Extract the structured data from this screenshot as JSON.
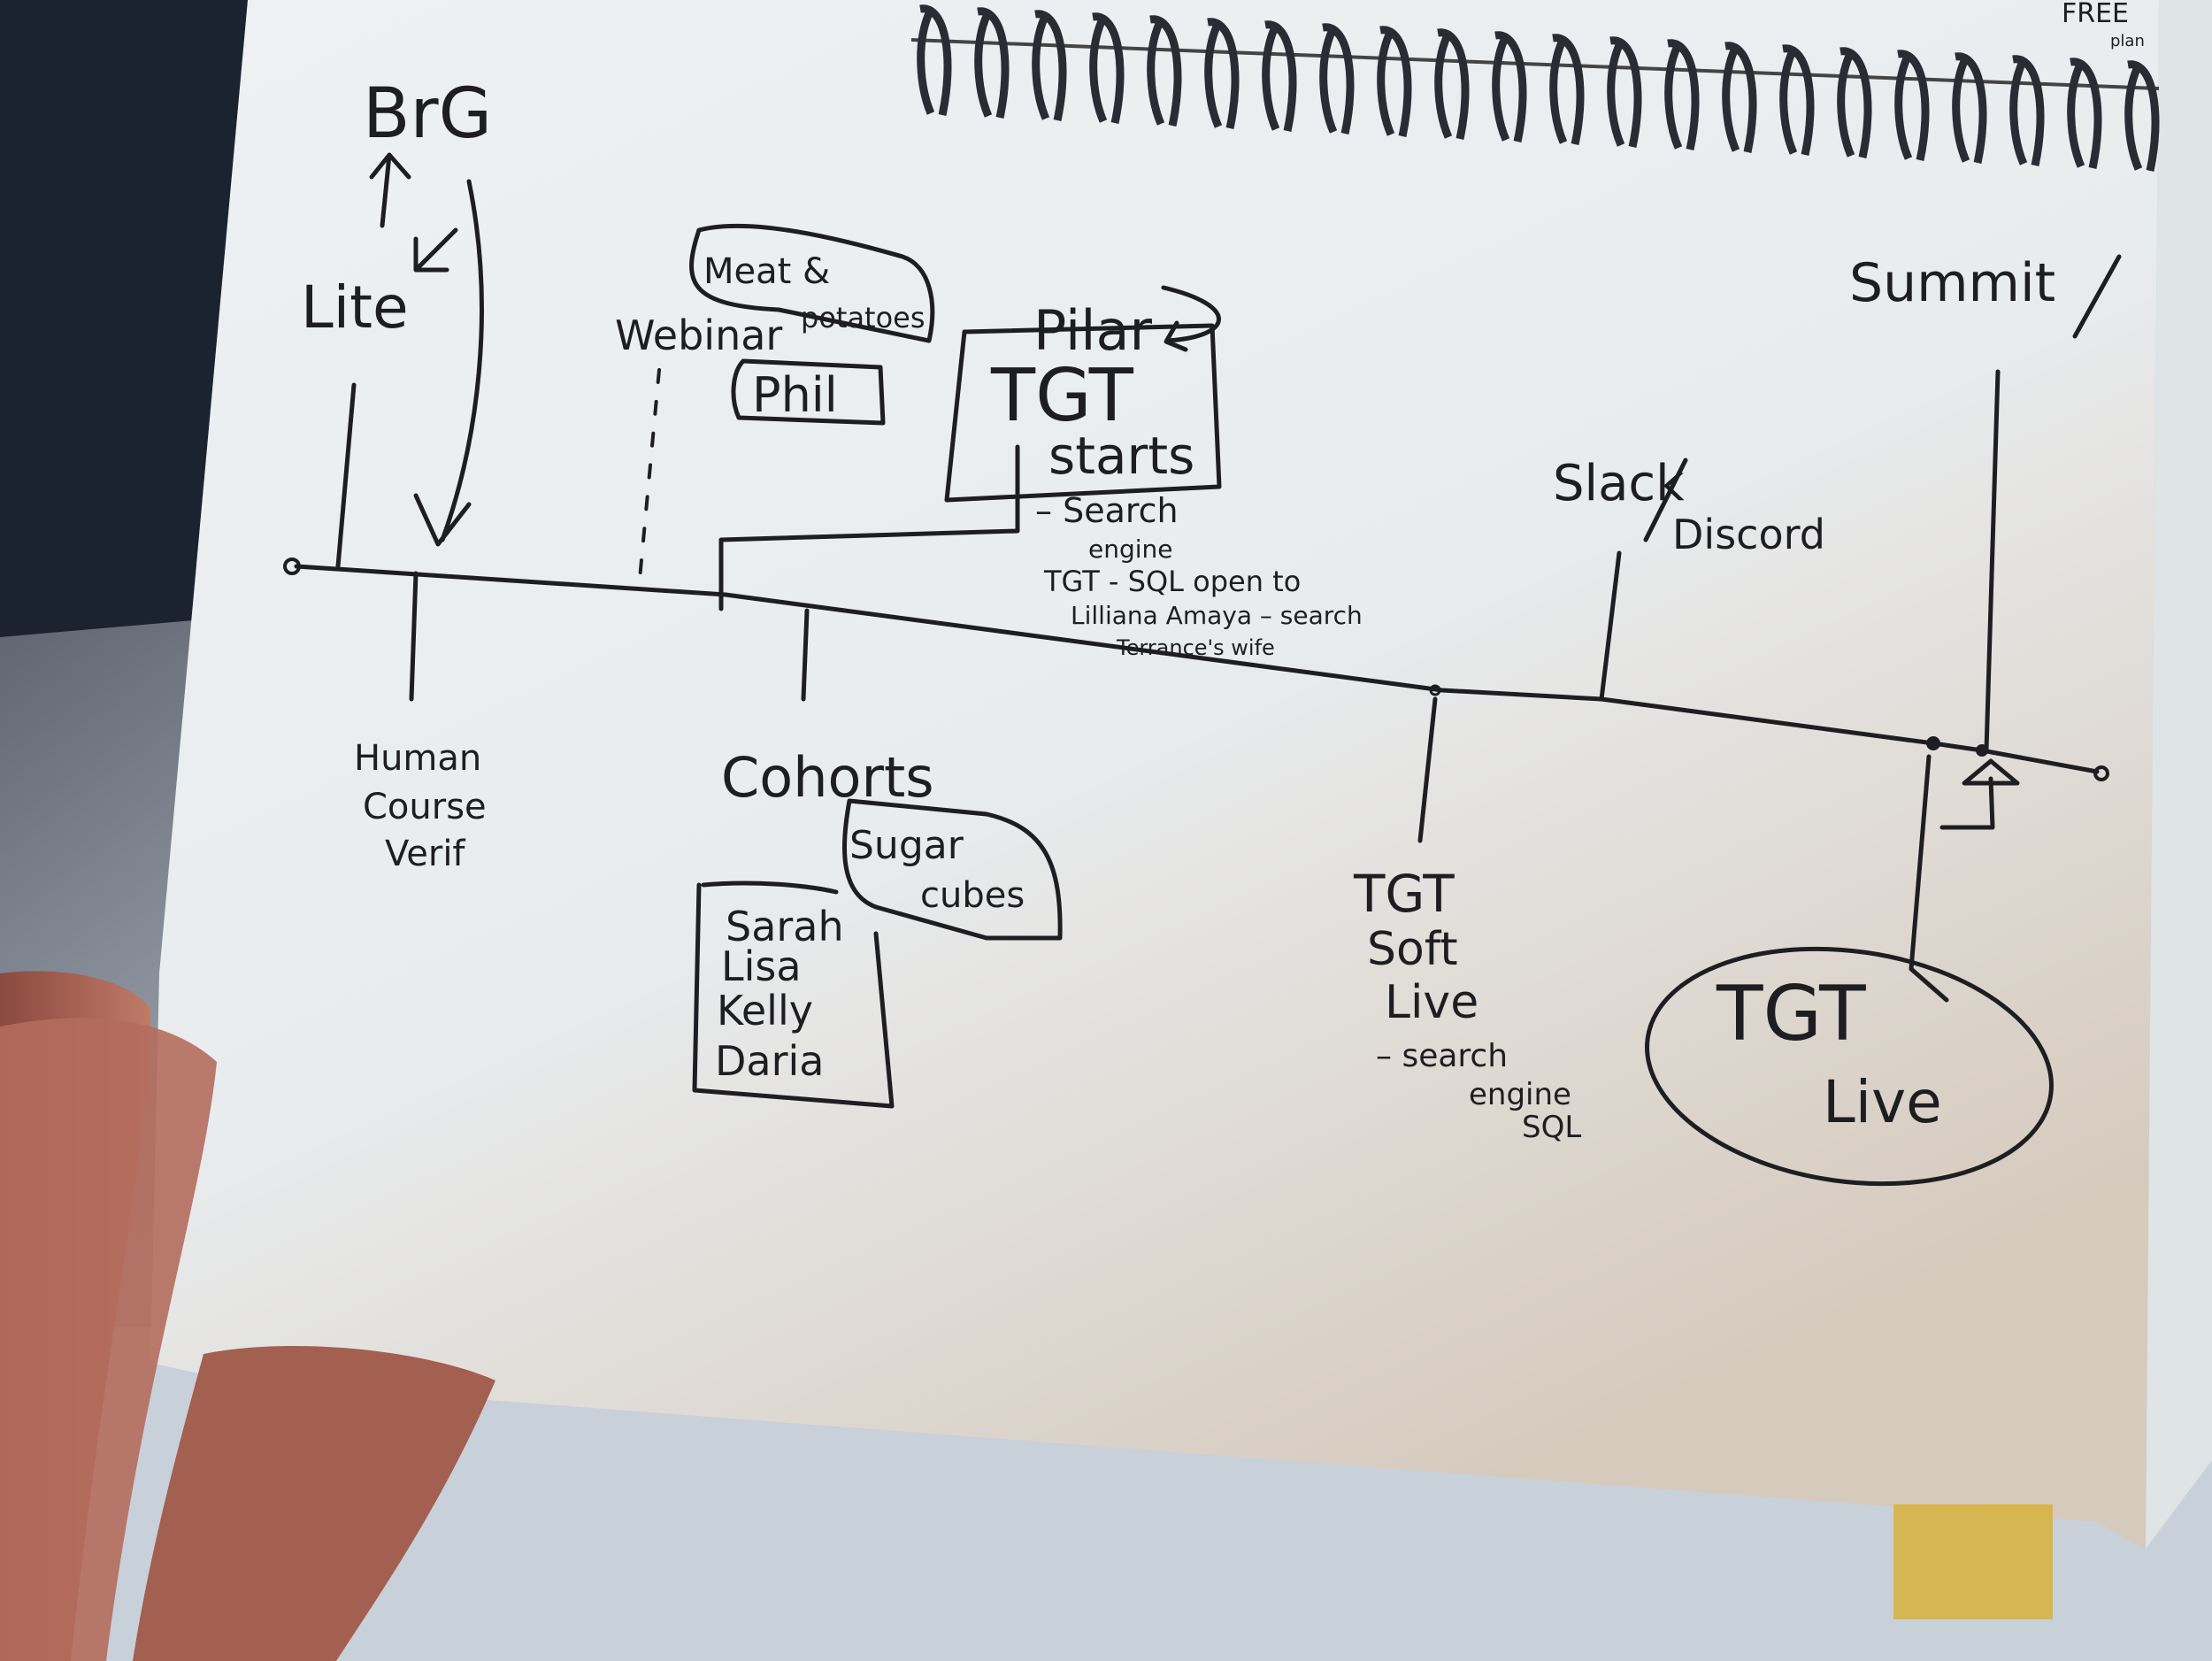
{
  "photo": {
    "subject": "Hand-drawn timeline sketch on spiral notebook paper",
    "colors": {
      "paper": "#eef1f2",
      "paper_shadow": "#d9cfc4",
      "ink": "#1e1e22",
      "background_dark": "#1b2230",
      "table": "#c9d2dc",
      "skin": "#b8705e",
      "sticky_yellow": "#d8b23a"
    }
  },
  "corner_note": {
    "line1": "FREE",
    "line2": "plan"
  },
  "top_labels": {
    "brg": "BrG",
    "lite": "Lite"
  },
  "timeline": {
    "events_above": [
      {
        "id": "lite",
        "label": "Lite"
      },
      {
        "id": "webinar",
        "label": "Webinar"
      },
      {
        "id": "tgt-starts",
        "label_line1": "TGT",
        "label_line2": "starts"
      },
      {
        "id": "slack-discord",
        "label_a": "Slack",
        "label_b": "Discord"
      },
      {
        "id": "summit",
        "label": "Summit"
      }
    ],
    "events_below": [
      {
        "id": "human-course-verif",
        "lines": [
          "Human",
          "Course",
          "Verif"
        ]
      },
      {
        "id": "cohorts",
        "label": "Cohorts"
      },
      {
        "id": "tgt-soft-live",
        "lines": [
          "TGT",
          "Soft",
          "Live"
        ]
      },
      {
        "id": "tgt-live",
        "lines": [
          "TGT",
          "Live"
        ]
      }
    ]
  },
  "boxes": {
    "meat_potatoes": {
      "line1": "Meat &",
      "line2": "potatoes"
    },
    "phil": "Phil",
    "pilar": "Pilar",
    "sugar_cubes": {
      "line1": "Sugar",
      "line2": "cubes"
    },
    "cohort_names": [
      "Sarah",
      "Lisa",
      "Kelly",
      "Daria"
    ]
  },
  "notes": {
    "tgt_starts": [
      "– Search",
      "engine",
      "TGT - SQL  open to",
      "Lilliana Amaya –  search",
      "Terrance's wife"
    ],
    "tgt_soft_live": [
      "– search",
      "engine",
      "SQL"
    ]
  }
}
